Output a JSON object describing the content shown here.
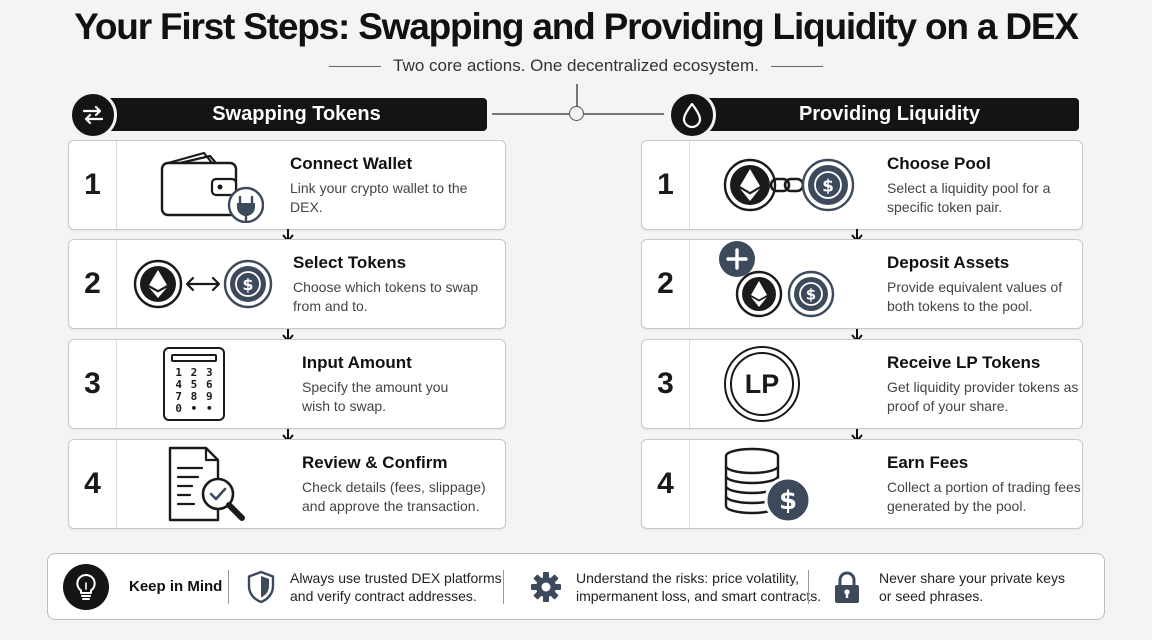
{
  "header": {
    "title": "Your First Steps: Swapping and Providing Liquidity on a DEX",
    "subtitle": "Two core actions. One decentralized ecosystem."
  },
  "columns": {
    "swap": {
      "title": "Swapping Tokens",
      "icon": "swap-arrows-icon",
      "steps": [
        {
          "num": "1",
          "title": "Connect Wallet",
          "desc": [
            "Link your crypto wallet to the DEX."
          ],
          "icon": "wallet-plug-icon"
        },
        {
          "num": "2",
          "title": "Select Tokens",
          "desc": [
            "Choose which tokens to swap",
            "from and to."
          ],
          "icon": "eth-usdc-swap-icon"
        },
        {
          "num": "3",
          "title": "Input Amount",
          "desc": [
            "Specify the amount you",
            "wish to swap."
          ],
          "icon": "keypad-icon"
        },
        {
          "num": "4",
          "title": "Review & Confirm",
          "desc": [
            "Check details (fees, slippage)",
            "and approve the transaction."
          ],
          "icon": "document-magnifier-icon"
        }
      ]
    },
    "liquidity": {
      "title": "Providing Liquidity",
      "icon": "water-drop-icon",
      "steps": [
        {
          "num": "1",
          "title": "Choose Pool",
          "desc": [
            "Select a liquidity pool for a",
            "specific token pair."
          ],
          "icon": "linked-pool-icon"
        },
        {
          "num": "2",
          "title": "Deposit Assets",
          "desc": [
            "Provide equivalent values of",
            "both tokens to the pool."
          ],
          "icon": "deposit-tokens-icon"
        },
        {
          "num": "3",
          "title": "Receive LP Tokens",
          "desc": [
            "Get liquidity provider tokens as",
            "proof of your share."
          ],
          "icon": "lp-token-icon"
        },
        {
          "num": "4",
          "title": "Earn Fees",
          "desc": [
            "Collect a portion of trading fees",
            "generated by the pool."
          ],
          "icon": "coin-stack-dollar-icon"
        }
      ]
    }
  },
  "lp_label": "LP",
  "keypad": [
    "1",
    "2",
    "3",
    "4",
    "5",
    "6",
    "7",
    "8",
    "9",
    "0",
    "•",
    "•"
  ],
  "footer": {
    "label": "Keep in Mind",
    "tips": [
      {
        "icon": "shield-icon",
        "lines": [
          "Always use trusted DEX platforms",
          "and verify contract addresses."
        ]
      },
      {
        "icon": "gear-icon",
        "lines": [
          "Understand the risks: price volatility,",
          "impermanent loss, and smart contracts."
        ]
      },
      {
        "icon": "padlock-icon",
        "lines": [
          "Never share your private keys",
          "or seed phrases."
        ]
      }
    ]
  },
  "colors": {
    "dark": "#141414",
    "token_slate": "#3d4a5c",
    "background": "#f4f4f4"
  }
}
